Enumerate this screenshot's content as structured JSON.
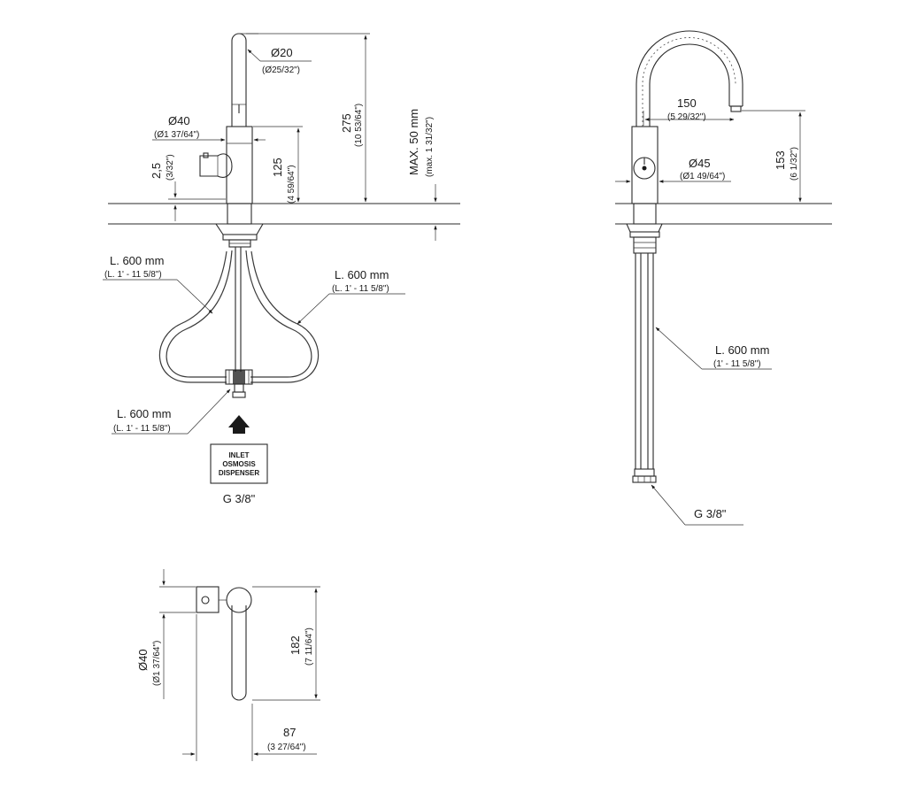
{
  "front_view": {
    "spout_diameter": "Ø20",
    "spout_diameter_inch": "(Ø25/32\")",
    "body_diameter": "Ø40",
    "body_diameter_inch": "(Ø1 37/64\")",
    "handle_gap": "2,5",
    "handle_gap_inch": "(3/32\")",
    "body_height": "125",
    "body_height_inch": "(4 59/64\")",
    "total_height": "275",
    "total_height_inch": "(10 53/64\")",
    "max_thickness": "MAX. 50 mm",
    "max_thickness_inch": "(max. 1 31/32\")",
    "hose_left": "L. 600 mm",
    "hose_left_inch": "(L. 1' - 11 5/8\")",
    "hose_right": "L. 600 mm",
    "hose_right_inch": "(L. 1' - 11 5/8\")",
    "hose_inlet": "L. 600 mm",
    "hose_inlet_inch": "(L. 1' - 11 5/8\")",
    "inlet_line1": "INLET",
    "inlet_line2": "OSMOSIS",
    "inlet_line3": "DISPENSER",
    "thread": "G 3/8\""
  },
  "side_view": {
    "reach": "150",
    "reach_inch": "(5 29/32\")",
    "body_diameter": "Ø45",
    "body_diameter_inch": "(Ø1 49/64\")",
    "spout_height": "153",
    "spout_height_inch": "(6 1/32\")",
    "hose": "L. 600 mm",
    "hose_inch": "(1' - 11 5/8\")",
    "thread": "G 3/8\""
  },
  "top_view": {
    "body_diameter": "Ø40",
    "body_diameter_inch": "(Ø1 37/64\")",
    "length": "182",
    "length_inch": "(7 11/64\")",
    "width": "87",
    "width_inch": "(3 27/64\")"
  }
}
